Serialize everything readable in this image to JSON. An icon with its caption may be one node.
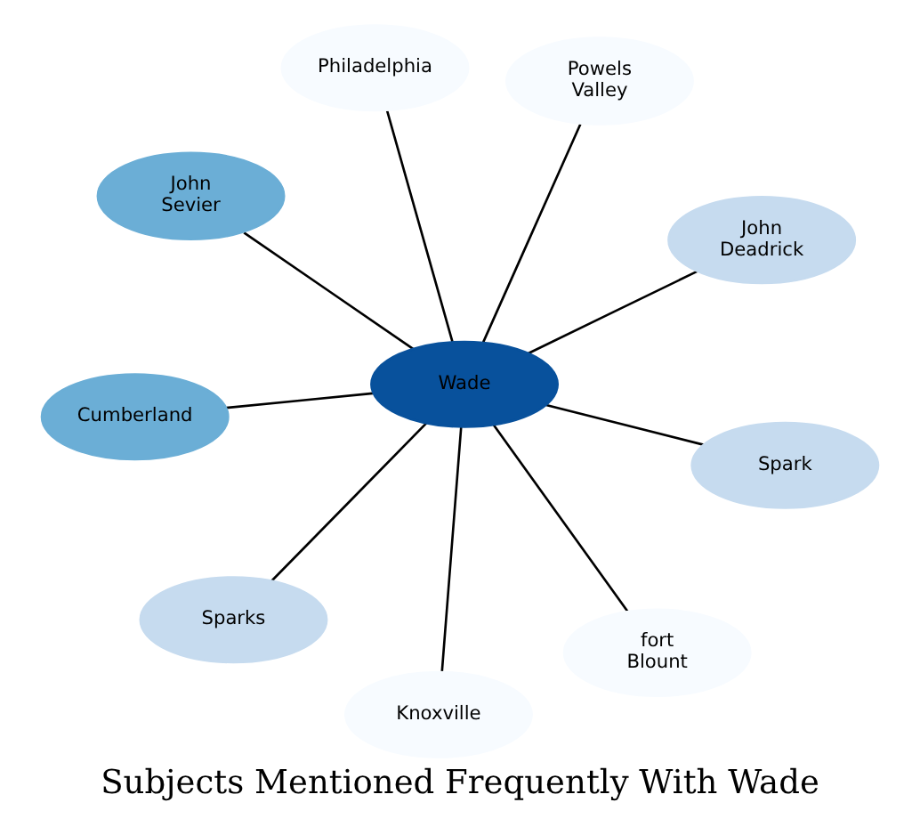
{
  "diagram": {
    "title": "Subjects Mentioned Frequently With Wade",
    "nodes": [
      {
        "text": [
          "Wade"
        ]
      },
      {
        "text": [
          "John Deadrick"
        ]
      },
      {
        "text": [
          "Knoxville"
        ]
      },
      {
        "text": [
          "John Sevier"
        ]
      },
      {
        "text": [
          "Powels Valley"
        ]
      },
      {
        "text": [
          "Philadelphia"
        ]
      },
      {
        "text": [
          "Cumberland"
        ]
      },
      {
        "text": [
          "Spark"
        ]
      },
      {
        "text": [
          "Sparks"
        ]
      },
      {
        "text": [
          "fort Blount"
        ]
      }
    ],
    "edges": [
      {
        "from": 0,
        "to": 1,
        "arrow": "none"
      },
      {
        "from": 0,
        "to": 2,
        "arrow": "none"
      },
      {
        "from": 0,
        "to": 3,
        "arrow": "none"
      },
      {
        "from": 0,
        "to": 4,
        "arrow": "none"
      },
      {
        "from": 0,
        "to": 5,
        "arrow": "none"
      },
      {
        "from": 0,
        "to": 6,
        "arrow": "none"
      },
      {
        "from": 0,
        "to": 7,
        "arrow": "none"
      },
      {
        "from": 0,
        "to": 8,
        "arrow": "none"
      },
      {
        "from": 0,
        "to": 9,
        "arrow": "none"
      }
    ]
  }
}
